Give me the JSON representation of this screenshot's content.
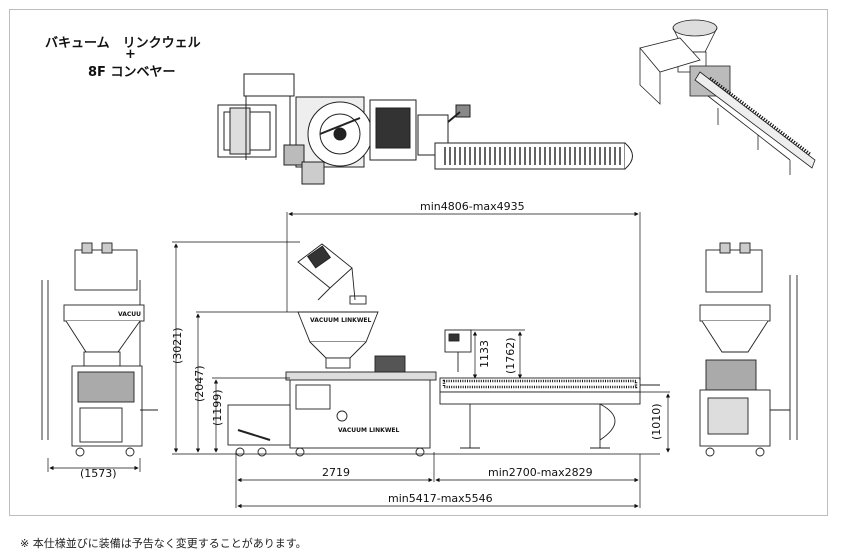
{
  "title": {
    "line1": "バキューム　リンクウェル",
    "plus": "+",
    "line2": "8F コンベヤー"
  },
  "dimensions": {
    "width_top": "min4806-max4935",
    "height_total": "(3021)",
    "height_hopper": "(2047)",
    "height_table": "(1199)",
    "base_left": "(1573)",
    "length_filler": "2719",
    "length_conveyor": "min2700-max2829",
    "length_total": "min5417-max5546",
    "panel_1133": "1133",
    "panel_1762": "(1762)",
    "conveyor_height": "(1010)"
  },
  "machine_labels": {
    "hopper_label": "VACUUM LINKWEL",
    "body_label": "VACUUM LINKWEL",
    "side_label": "VACUU"
  },
  "footnote": "※ 本仕様並びに装備は予告なく変更することがあります。"
}
